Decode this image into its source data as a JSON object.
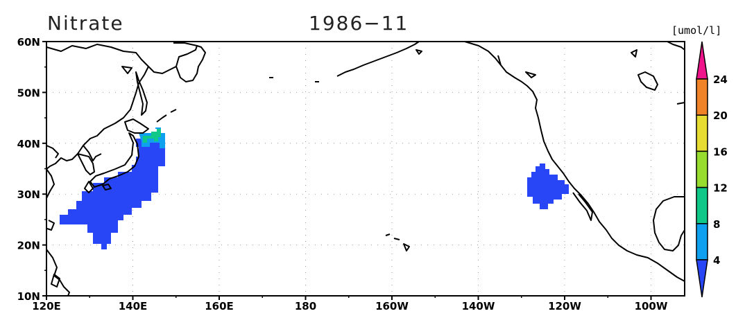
{
  "title": {
    "variable": "Nitrate",
    "date": "1986−11"
  },
  "units": "[umol/l]",
  "axes": {
    "lon_labels": [
      "120E",
      "140E",
      "160E",
      "180",
      "160W",
      "140W",
      "120W",
      "100W"
    ],
    "lat_labels": [
      "10N",
      "20N",
      "30N",
      "40N",
      "50N",
      "60N"
    ]
  },
  "colorbar": {
    "levels": [
      "4",
      "8",
      "12",
      "16",
      "20",
      "24"
    ],
    "colors": [
      "#2846f5",
      "#10a0f0",
      "#10c888",
      "#98dc30",
      "#e6dc32",
      "#f08228",
      "#f0148c"
    ]
  },
  "fields": [
    {
      "name": "western-pacific-patch",
      "value_range": "<4 to 12",
      "region": "Japan and south of Japan"
    },
    {
      "name": "eastern-pacific-patch",
      "value_range": "<4",
      "region": "off Baja California"
    }
  ]
}
